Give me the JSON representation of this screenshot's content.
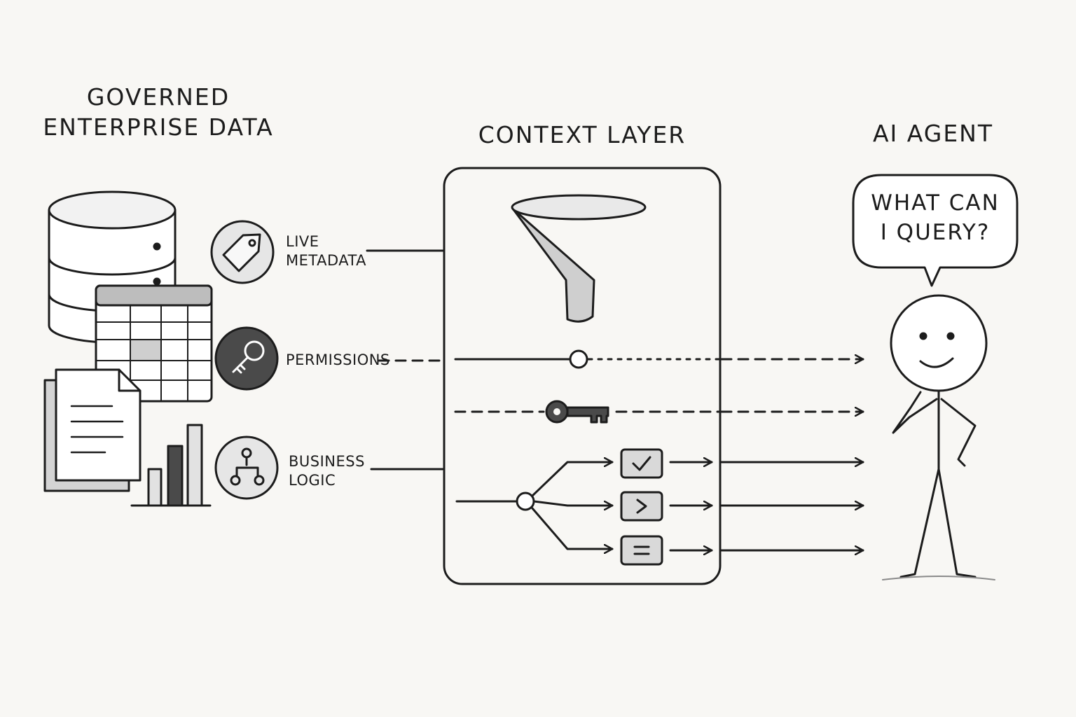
{
  "headings": {
    "source": [
      "Governed",
      "Enterprise Data"
    ],
    "context": "Context Layer",
    "agent": "AI Agent"
  },
  "inputs": [
    {
      "label": [
        "Live",
        "Metadata"
      ],
      "icon": "tag-icon"
    },
    {
      "label": [
        "Permissions"
      ],
      "icon": "key-icon"
    },
    {
      "label": [
        "Business",
        "Logic"
      ],
      "icon": "flowchart-icon"
    }
  ],
  "context_elements": [
    "funnel-icon",
    "node-icon",
    "key-icon",
    "check-icon",
    "chevron-right-icon",
    "equals-icon"
  ],
  "agent": {
    "speech": [
      "What can",
      "I query?"
    ]
  },
  "colors": {
    "ink": "#1c1c1c",
    "paper": "#f8f7f4",
    "fill_light": "#e6e6e6",
    "fill_mid": "#bdbdbd",
    "fill_dark": "#4a4a4a"
  }
}
